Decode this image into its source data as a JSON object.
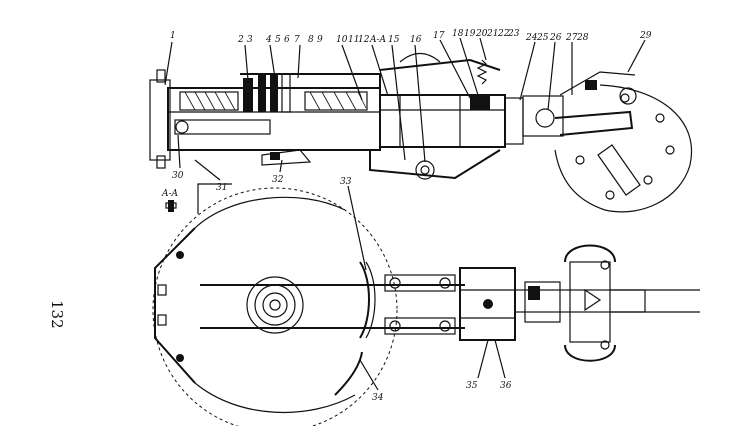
{
  "page_number": "132",
  "section_label": "A-A",
  "callouts": [
    {
      "id": "c1",
      "text": "1"
    },
    {
      "id": "c2",
      "text": "2"
    },
    {
      "id": "c3",
      "text": "3"
    },
    {
      "id": "c4",
      "text": "4"
    },
    {
      "id": "c5",
      "text": "5"
    },
    {
      "id": "c6",
      "text": "6"
    },
    {
      "id": "c7",
      "text": "7"
    },
    {
      "id": "c8",
      "text": "8"
    },
    {
      "id": "c9",
      "text": "9"
    },
    {
      "id": "c10",
      "text": "10"
    },
    {
      "id": "c11",
      "text": "11"
    },
    {
      "id": "c12",
      "text": "12"
    },
    {
      "id": "caa",
      "text": "A-A"
    },
    {
      "id": "c15",
      "text": "15"
    },
    {
      "id": "c16",
      "text": "16"
    },
    {
      "id": "c17",
      "text": "17"
    },
    {
      "id": "c18",
      "text": "18"
    },
    {
      "id": "c19",
      "text": "19"
    },
    {
      "id": "c20",
      "text": "20"
    },
    {
      "id": "c21",
      "text": "21"
    },
    {
      "id": "c22",
      "text": "22"
    },
    {
      "id": "c23",
      "text": "23"
    },
    {
      "id": "c24",
      "text": "24"
    },
    {
      "id": "c25",
      "text": "25"
    },
    {
      "id": "c26",
      "text": "26"
    },
    {
      "id": "c27",
      "text": "27"
    },
    {
      "id": "c28",
      "text": "28"
    },
    {
      "id": "c29",
      "text": "29"
    },
    {
      "id": "c30",
      "text": "30"
    },
    {
      "id": "c31",
      "text": "31"
    },
    {
      "id": "c32",
      "text": "32"
    },
    {
      "id": "c33",
      "text": "33"
    },
    {
      "id": "c34",
      "text": "34"
    },
    {
      "id": "c35",
      "text": "35"
    },
    {
      "id": "c36",
      "text": "36"
    }
  ]
}
